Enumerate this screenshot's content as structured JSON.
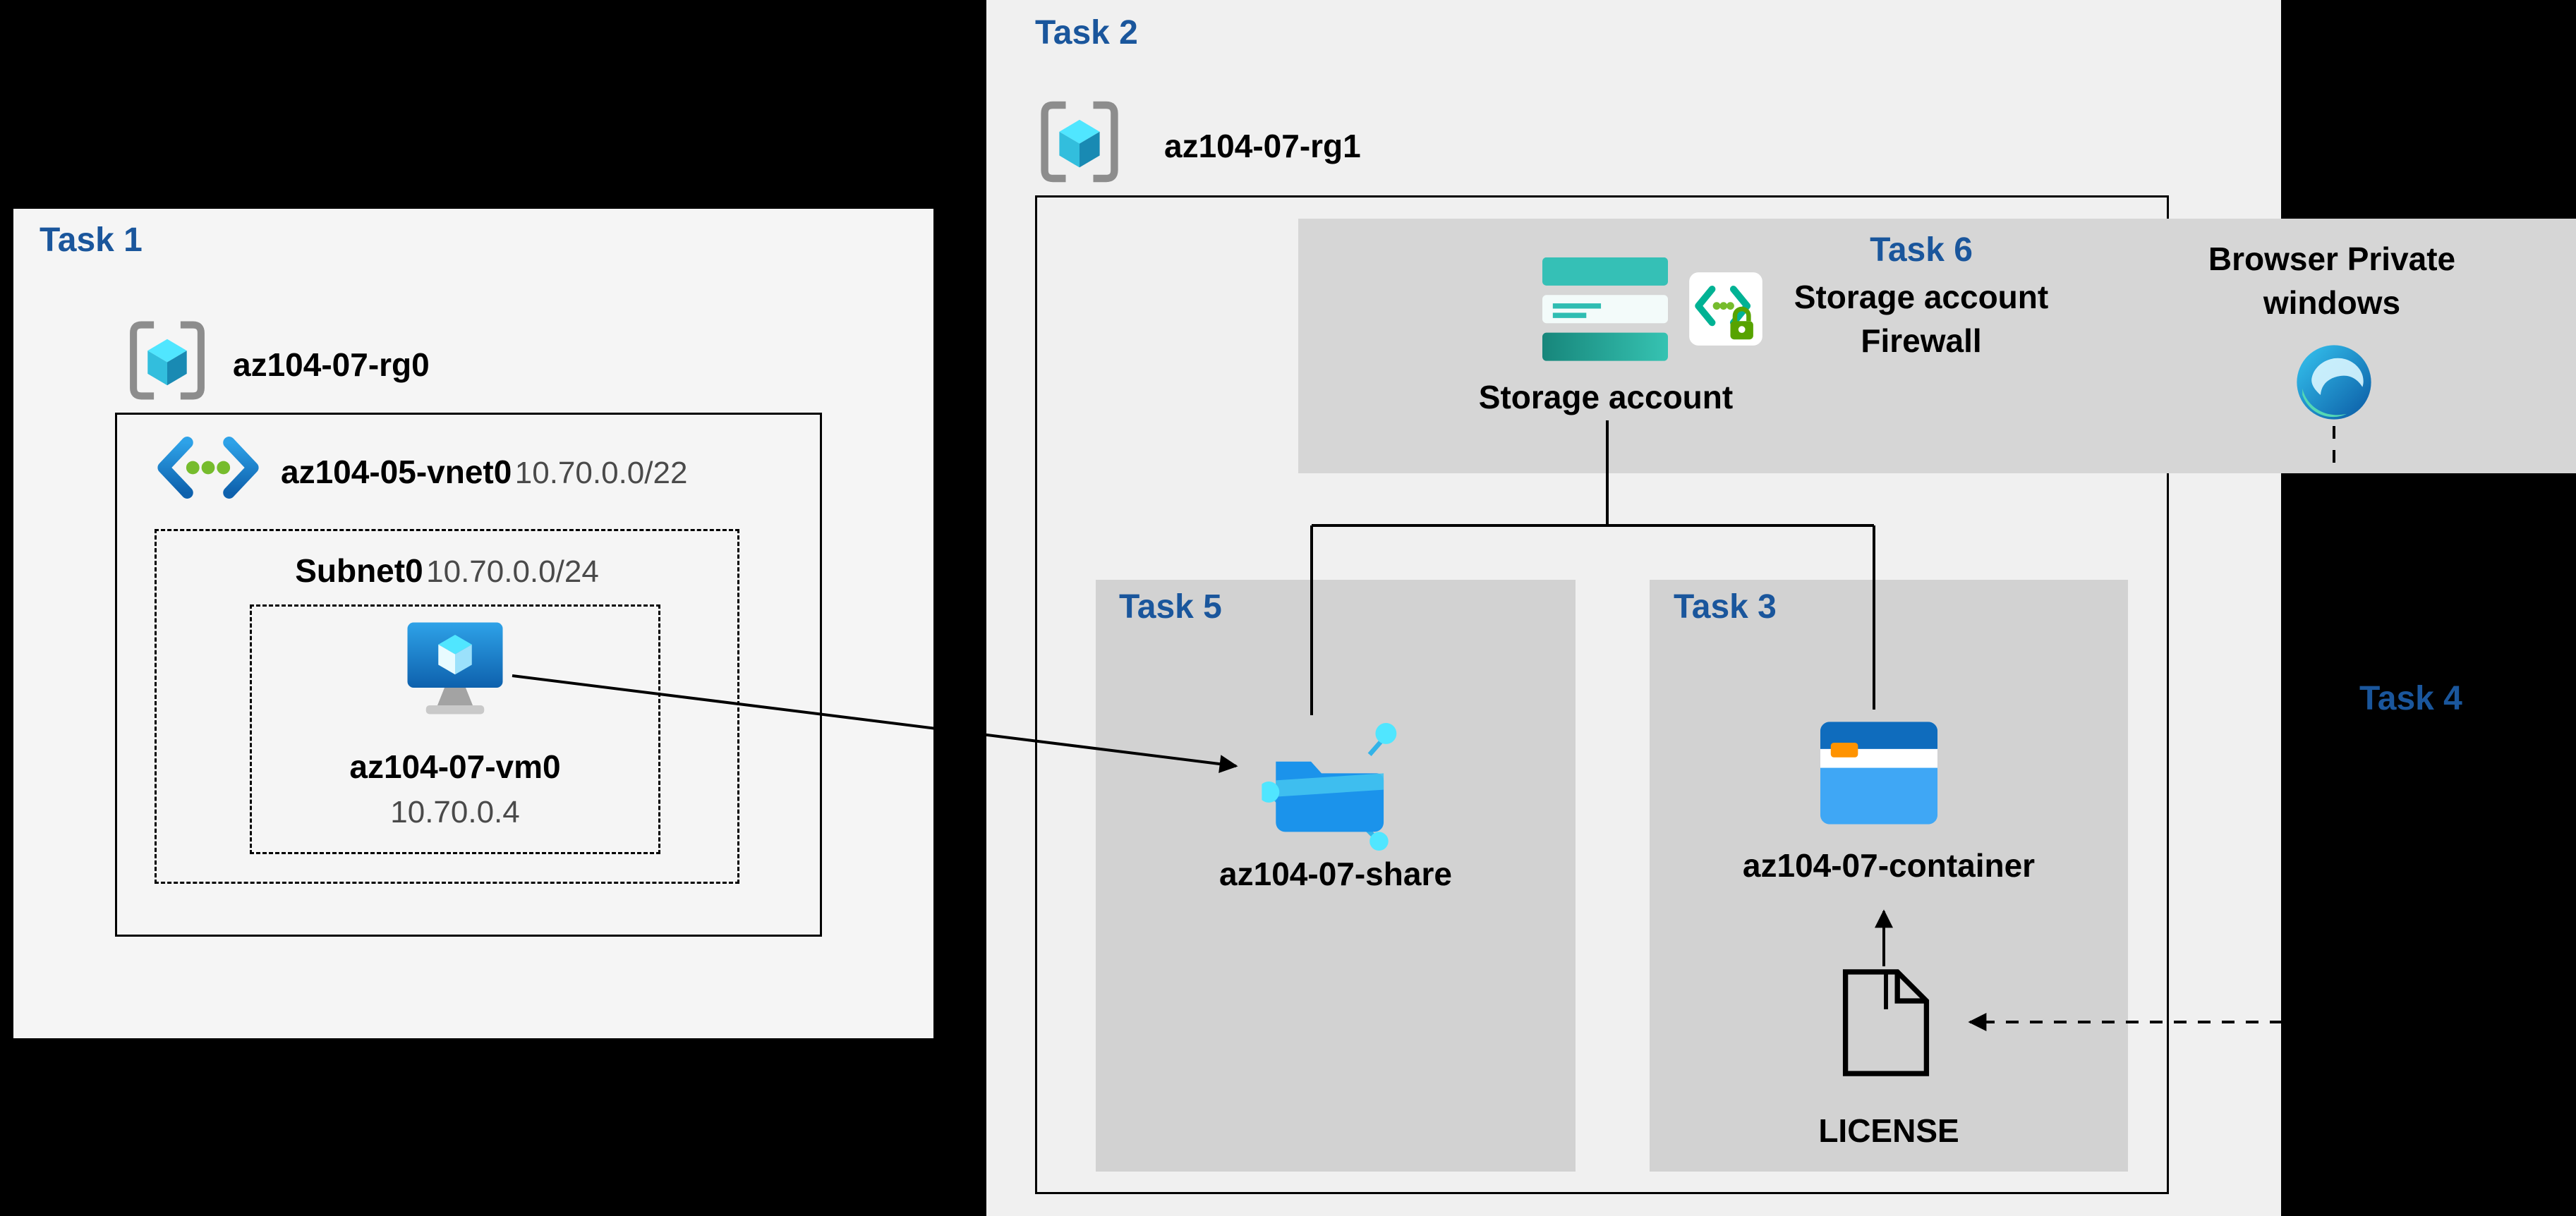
{
  "canvas": {
    "background": "#000000"
  },
  "colors": {
    "canvas_bg": "#000000",
    "task_label": "#1a569c",
    "panel_task1_bg": "#f5f5f5",
    "panel_task2_bg": "#f0f0f0",
    "band_bg": "#d6d6d6",
    "sub_box_bg": "#d2d2d2",
    "text_primary": "#000000",
    "text_secondary": "#4a4a4a",
    "connector": "#000000"
  },
  "task1": {
    "label": "Task 1",
    "resource_group": {
      "name": "az104-07-rg0",
      "icon": "resource-group-icon"
    },
    "vnet": {
      "name": "az104-05-vnet0",
      "address": "10.70.0.0/22",
      "icon": "virtual-network-icon"
    },
    "subnet": {
      "name": "Subnet0",
      "address": "10.70.0.0/24"
    },
    "vm": {
      "name": "az104-07-vm0",
      "ip": "10.70.0.4",
      "icon": "virtual-machine-icon"
    }
  },
  "task2": {
    "label": "Task 2",
    "resource_group": {
      "name": "az104-07-rg1",
      "icon": "resource-group-icon"
    },
    "storage_account": {
      "label": "Storage account",
      "icon": "storage-account-icon"
    },
    "task6": {
      "label": "Task 6",
      "line1": "Storage account",
      "line2": "Firewall",
      "icon": "storage-firewall-icon"
    },
    "browser": {
      "line1": "Browser Private",
      "line2": "windows",
      "icon": "edge-browser-icon"
    },
    "task5": {
      "label": "Task 5",
      "file_share": {
        "name": "az104-07-share",
        "icon": "file-share-icon"
      }
    },
    "task3": {
      "label": "Task 3",
      "container": {
        "name": "az104-07-container",
        "icon": "blob-container-icon"
      },
      "file": {
        "label": "LICENSE",
        "icon": "document-icon"
      }
    },
    "task4": {
      "label": "Task 4"
    }
  }
}
